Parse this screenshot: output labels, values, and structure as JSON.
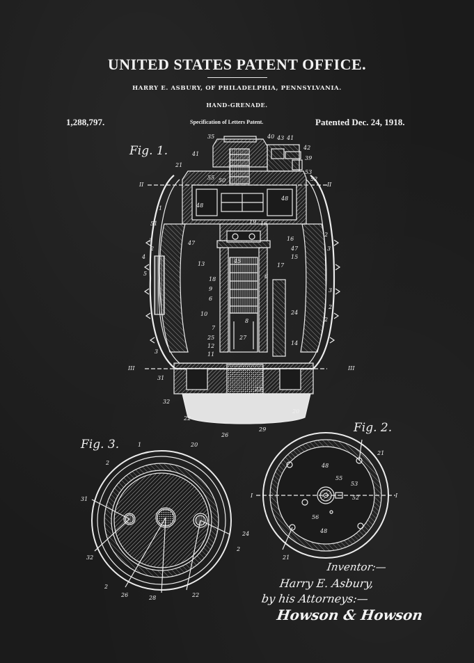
{
  "header": {
    "office": "UNITED STATES PATENT OFFICE.",
    "inventor_line": "HARRY E. ASBURY, OF PHILADELPHIA, PENNSYLVANIA.",
    "title": "HAND-GRENADE.",
    "patent_number": "1,288,797.",
    "spec": "Specification of Letters Patent.",
    "date": "Patented Dec. 24, 1918."
  },
  "figures": {
    "fig1": "Fig. 1.",
    "fig2": "Fig. 2.",
    "fig3": "Fig. 3."
  },
  "signature": {
    "heading": "Inventor:—",
    "name": "Harry E. Asbury,",
    "by_line": "by his Attorneys:—",
    "attorneys": "Howson & Howson"
  },
  "callouts": {
    "fig1": {
      "n35": "35",
      "n40": "40",
      "n43": "43",
      "n41a": "41",
      "n42": "42",
      "n39": "39",
      "n53": "53",
      "n52": "52",
      "n41b": "41",
      "n21": "21",
      "n55": "55",
      "n50": "50",
      "n48a": "48",
      "n48b": "48",
      "n51": "51",
      "n1": "1",
      "n3a": "3",
      "n2a": "2",
      "n47a": "47",
      "n4": "4",
      "n13": "13",
      "n5": "5",
      "n18": "18",
      "n9": "9",
      "n6a": "6",
      "n10": "10",
      "n7": "7",
      "n25": "25",
      "n12": "12",
      "n11": "11",
      "n3b": "3",
      "n31": "31",
      "n32": "32",
      "n22": "22",
      "n26": "26",
      "n29": "29",
      "n20": "20",
      "n23": "23",
      "n27": "27",
      "n8": "8",
      "n19": "19",
      "n16a": "16",
      "n16b": "16",
      "n45": "45",
      "n47b": "47",
      "n15": "15",
      "n17": "17",
      "n6b": "6",
      "n24": "24",
      "n14": "14",
      "n2b": "2",
      "n3c": "3",
      "n3d": "3",
      "n2c": "2",
      "n2d": "2",
      "sec2l": "II",
      "sec2r": "II",
      "sec3l": "III",
      "sec3r": "III"
    },
    "fig2": {
      "n21a": "21",
      "n48a": "48",
      "n55": "55",
      "n53": "53",
      "n52": "52",
      "n56": "56",
      "n48b": "48",
      "n21b": "21",
      "secl": "I",
      "secr": "I"
    },
    "fig3": {
      "n1": "1",
      "n20": "20",
      "n2a": "2",
      "n31": "31",
      "n24": "24",
      "n2b": "2",
      "n32": "32",
      "n2c": "2",
      "n26": "26",
      "n28": "28",
      "n22": "22"
    }
  }
}
